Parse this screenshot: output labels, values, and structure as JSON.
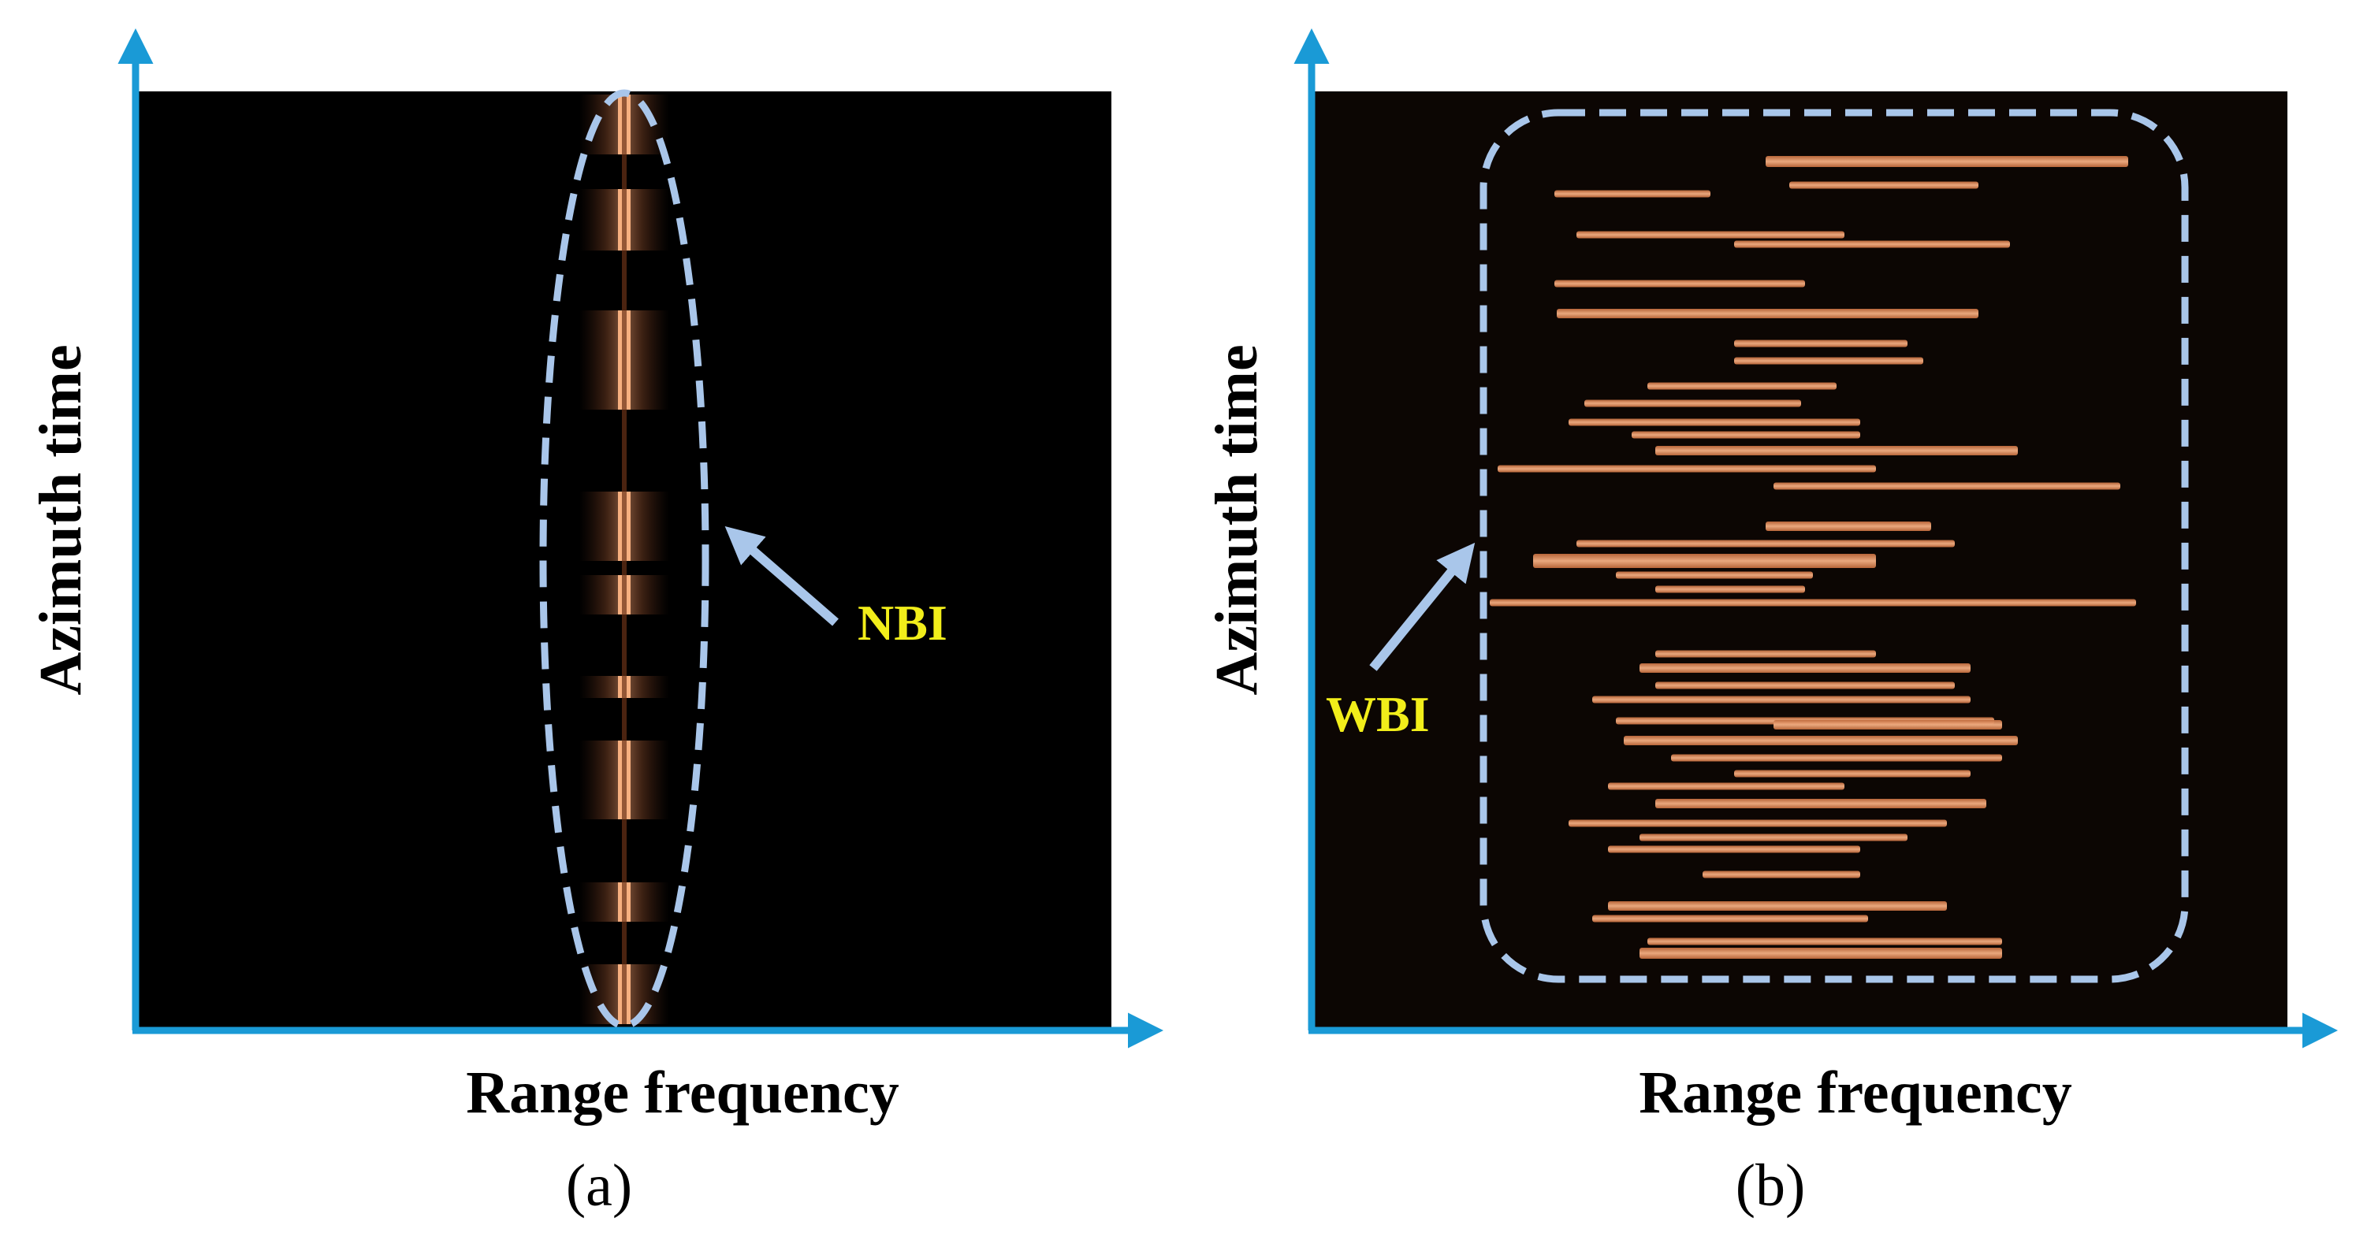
{
  "colors": {
    "axis": "#1a9ad6",
    "outline": "#a9c6ea",
    "annotation": "#f2ee1a",
    "panel_bg": "#000000",
    "streak": "#f0a070",
    "streak_core": "#ffd6b8",
    "label": "#000000"
  },
  "panels": [
    {
      "id": "a",
      "caption": "(a)",
      "x_axis_label": "Range frequency",
      "y_axis_label": "Azimuth time",
      "annotation": "NBI",
      "region_shape": "ellipse"
    },
    {
      "id": "b",
      "caption": "(b)",
      "x_axis_label": "Range frequency",
      "y_axis_label": "Azimuth time",
      "annotation": "WBI",
      "region_shape": "rounded-rectangle"
    }
  ]
}
